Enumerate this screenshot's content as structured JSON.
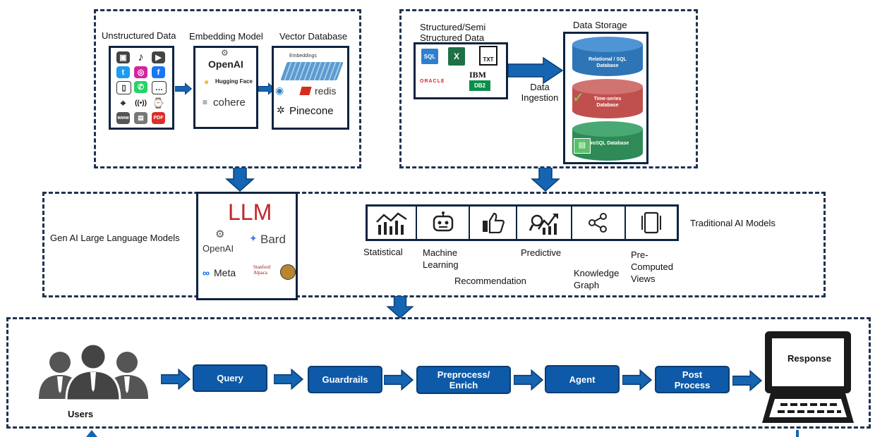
{
  "top_left": {
    "unstructured_label": "Unstructured Data",
    "embedding_label": "Embedding Model",
    "vector_label": "Vector Database",
    "embedding_logos": [
      "OpenAI",
      "Hugging Face",
      "cohere"
    ],
    "vector_logos": [
      "Embeddings",
      "redis",
      "Pinecone"
    ]
  },
  "top_right": {
    "structured_label": "Structured/Semi Structured Data",
    "storage_label": "Data Storage",
    "ingestion_label": "Data Ingestion",
    "sources": [
      "SQL",
      "X",
      "TXT",
      "ORACLE",
      "IBM",
      "DB2"
    ],
    "databases": [
      "Relational / SQL Database",
      "Time-series Database",
      "NoSQL Database"
    ]
  },
  "middle": {
    "genai_label": "Gen AI Large Language Models",
    "llm_title": "LLM",
    "llm_logos": [
      "OpenAI",
      "Bard",
      "Meta",
      "Stanford Alpaca"
    ],
    "traditional_label": "Traditional AI Models",
    "models": [
      "Statistical",
      "Machine Learning",
      "Recommendation",
      "Predictive",
      "Knowledge Graph",
      "Pre-Computed Views"
    ]
  },
  "bottom": {
    "users_label": "Users",
    "steps": [
      "Query",
      "Guardrails",
      "Preprocess/ Enrich",
      "Agent",
      "Post Process"
    ],
    "response_label": "Response"
  },
  "colors": {
    "navy": "#0d2340",
    "step_blue": "#0e5aa8",
    "arrow_blue": "#1565b3",
    "db_blue": "#2e75b6",
    "db_red": "#c0504d",
    "db_green": "#2e8b57"
  }
}
